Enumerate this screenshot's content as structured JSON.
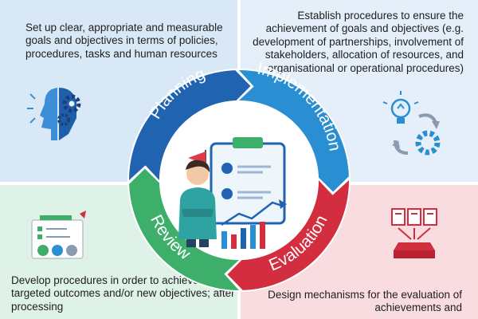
{
  "colors": {
    "planning_bg": "#d9e8f6",
    "implementation_bg": "#e4effa",
    "review_bg": "#dff2e7",
    "evaluation_bg": "#f9dcdf",
    "planning": "#1f63b1",
    "implementation": "#2a8fd2",
    "evaluation": "#d32e3f",
    "review": "#3daf6b"
  },
  "segments": {
    "planning": "Planning",
    "implementation": "Implementation",
    "evaluation": "Evaluation",
    "review": "Review"
  },
  "texts": {
    "planning": "Set up clear, appropriate and measurable goals and objectives in terms of policies, procedures, tasks and human resources",
    "implementation": "Establish procedures to ensure the achievement of goals and objectives (e.g. development of partnerships, involvement of stakeholders, allocation of resources, and organisational or operational procedures)",
    "review": "Develop procedures in order to achieve the targeted outcomes and/or new objectives; after processing",
    "evaluation": "Design mechanisms for the evaluation of achievements and"
  },
  "icons": {
    "planning": "head-gears-icon",
    "implementation": "lightbulb-cycle-icon",
    "review": "checklist-feedback-icon",
    "evaluation": "documents-inbox-icon",
    "center": "person-clipboard-chart-icon"
  }
}
